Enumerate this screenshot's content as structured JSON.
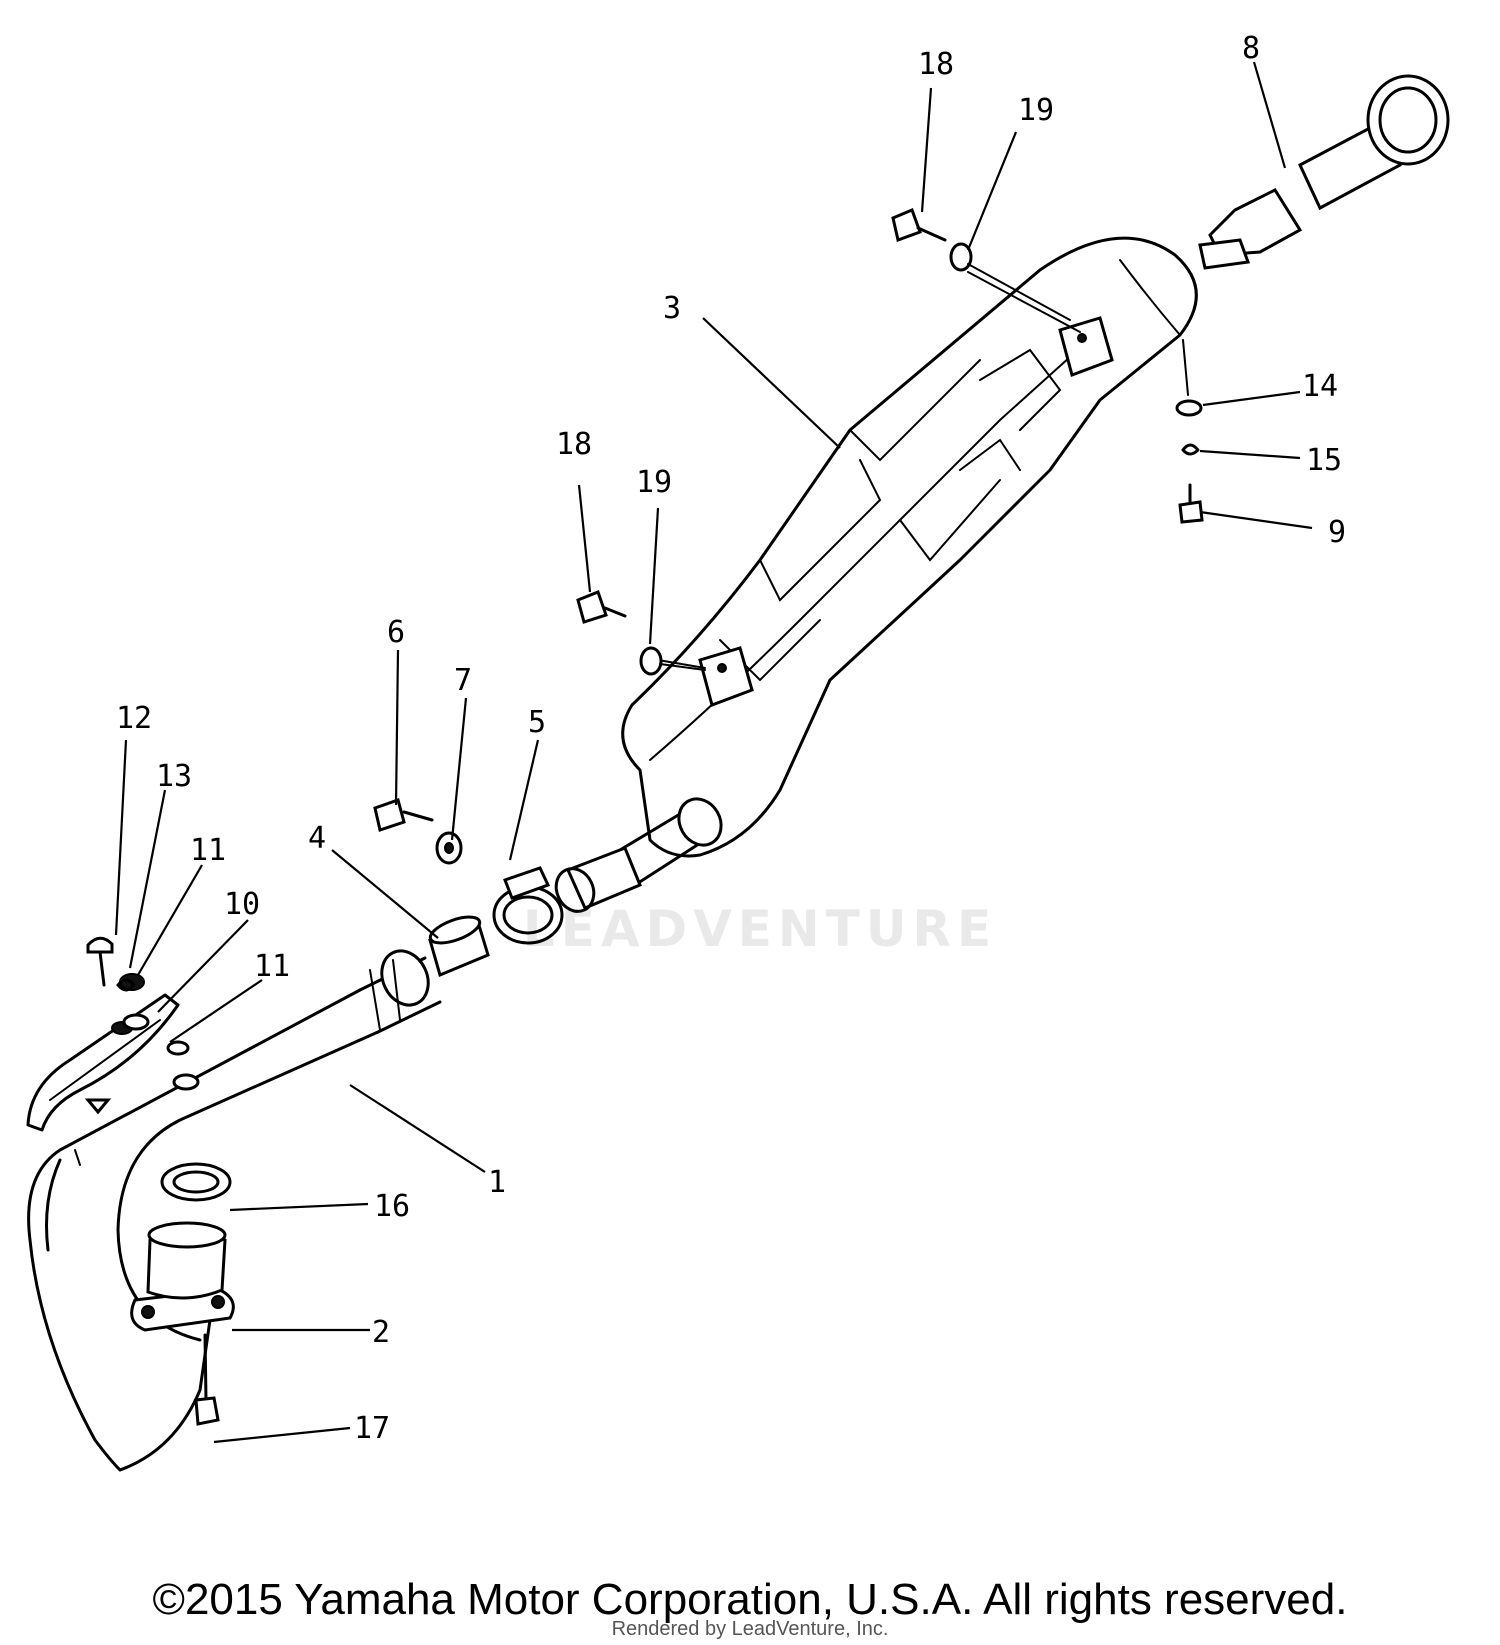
{
  "diagram": {
    "callouts": {
      "c1": "1",
      "c2": "2",
      "c3": "3",
      "c4": "4",
      "c5": "5",
      "c6": "6",
      "c7": "7",
      "c8": "8",
      "c9": "9",
      "c10": "10",
      "c11a": "11",
      "c11b": "11",
      "c12": "12",
      "c13": "13",
      "c14": "14",
      "c15": "15",
      "c16": "16",
      "c17": "17",
      "c18a": "18",
      "c18b": "18",
      "c19a": "19",
      "c19b": "19"
    },
    "watermark": "LEADVENTURE",
    "copyright": "©2015 Yamaha Motor Corporation, U.S.A. All rights reserved.",
    "rendered_by": "Rendered by LeadVenture, Inc."
  }
}
